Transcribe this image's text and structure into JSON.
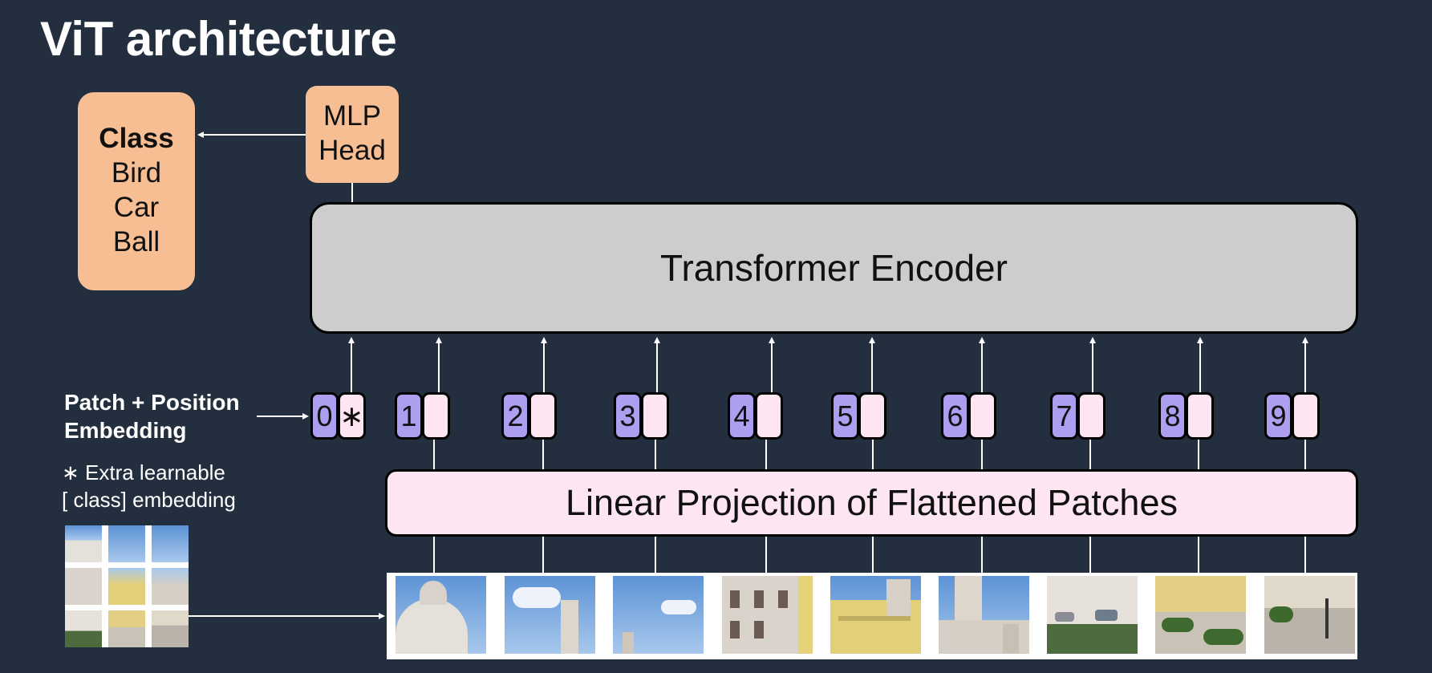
{
  "title": "ViT architecture",
  "class_box": {
    "heading": "Class",
    "items": [
      "Bird",
      "Car",
      "Ball"
    ]
  },
  "mlp_head": {
    "line1": "MLP",
    "line2": "Head"
  },
  "encoder": {
    "label": "Transformer Encoder"
  },
  "projection": {
    "label": "Linear Projection of Flattened Patches"
  },
  "embedding_label": {
    "line1": "Patch + Position",
    "line2": "Embedding"
  },
  "extra_label": {
    "line1": "∗ Extra learnable",
    "line2": "[ class] embedding"
  },
  "tokens": [
    {
      "num": "0",
      "emb": "∗"
    },
    {
      "num": "1",
      "emb": ""
    },
    {
      "num": "2",
      "emb": ""
    },
    {
      "num": "3",
      "emb": ""
    },
    {
      "num": "4",
      "emb": ""
    },
    {
      "num": "5",
      "emb": ""
    },
    {
      "num": "6",
      "emb": ""
    },
    {
      "num": "7",
      "emb": ""
    },
    {
      "num": "8",
      "emb": ""
    },
    {
      "num": "9",
      "emb": ""
    }
  ],
  "colors": {
    "background": "#232f3e",
    "class_box": "#f7bd93",
    "encoder": "#cdcdcd",
    "projection": "#fde5f1",
    "position_token": "#ae9ef0",
    "patch_token": "#fde5f1",
    "arrow": "#ffffff"
  },
  "patches": [
    {
      "name": "patch-1",
      "content": "palace-dome"
    },
    {
      "name": "patch-2",
      "content": "tower-clouds"
    },
    {
      "name": "patch-3",
      "content": "sky-tower-tip"
    },
    {
      "name": "patch-4",
      "content": "facade-windows"
    },
    {
      "name": "patch-5",
      "content": "yellow-facade"
    },
    {
      "name": "patch-6",
      "content": "tower-facade"
    },
    {
      "name": "patch-7",
      "content": "street-cars"
    },
    {
      "name": "patch-8",
      "content": "garden-hedges"
    },
    {
      "name": "patch-9",
      "content": "plaza-lamp"
    }
  ]
}
